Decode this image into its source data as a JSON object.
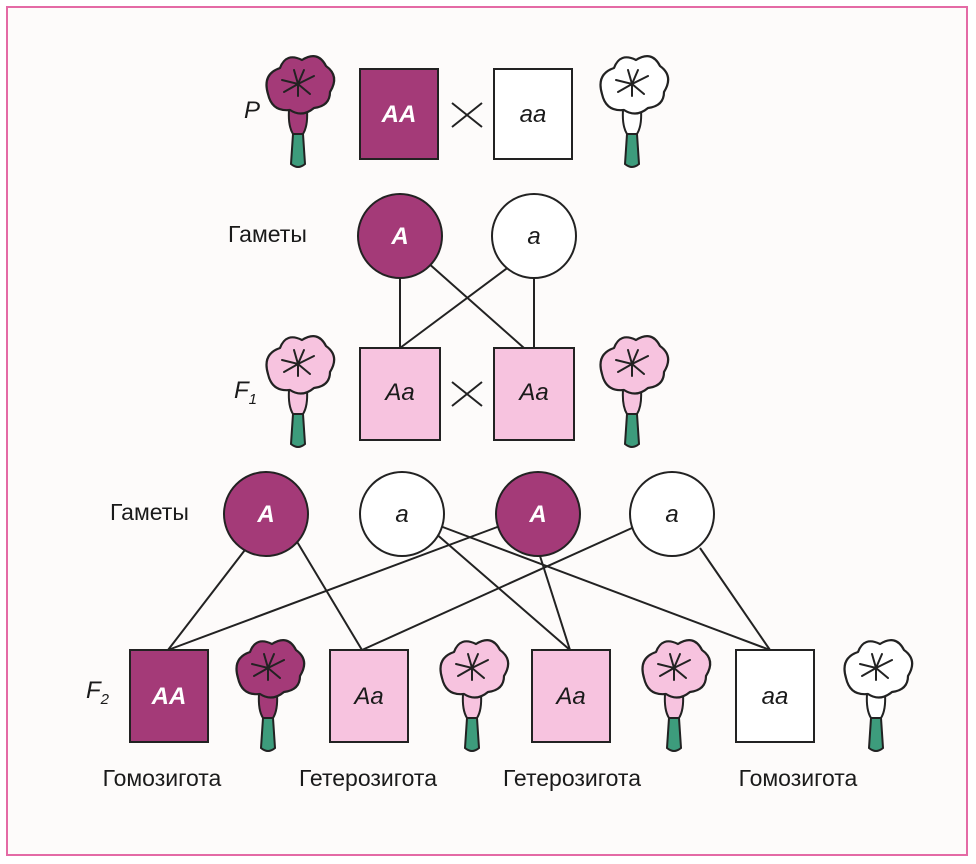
{
  "colors": {
    "dominant": "#a43a78",
    "hetero": "#f7c3df",
    "recessive": "#ffffff",
    "stroke": "#222222",
    "stem": "#3d9c7c",
    "border": "#e46aa5"
  },
  "labels": {
    "p": "P",
    "f1": "F",
    "f1_sub": "1",
    "f2": "F",
    "f2_sub": "2",
    "gametes1": "Гаметы",
    "gametes2": "Гаметы"
  },
  "parents": {
    "left": {
      "genotype": "AA",
      "type": "dominant"
    },
    "right": {
      "genotype": "aa",
      "type": "recessive"
    }
  },
  "gametes1": [
    {
      "allele": "A",
      "type": "dominant"
    },
    {
      "allele": "a",
      "type": "recessive"
    }
  ],
  "f1": {
    "left": {
      "genotype": "Aa",
      "type": "hetero"
    },
    "right": {
      "genotype": "Aa",
      "type": "hetero"
    }
  },
  "gametes2": [
    {
      "allele": "A",
      "type": "dominant"
    },
    {
      "allele": "a",
      "type": "recessive"
    },
    {
      "allele": "A",
      "type": "dominant"
    },
    {
      "allele": "a",
      "type": "recessive"
    }
  ],
  "f2": [
    {
      "genotype": "AA",
      "type": "dominant",
      "caption": "Гомозигота"
    },
    {
      "genotype": "Aa",
      "type": "hetero",
      "caption": "Гетерозигота"
    },
    {
      "genotype": "Aa",
      "type": "hetero",
      "caption": "Гетерозигота"
    },
    {
      "genotype": "aa",
      "type": "recessive",
      "caption": "Гомозигота"
    }
  ]
}
